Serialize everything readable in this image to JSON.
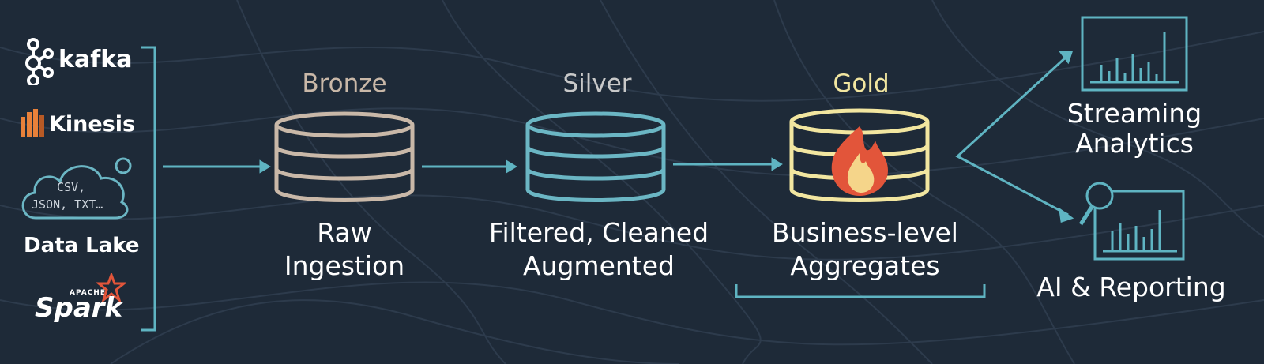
{
  "sources": {
    "kafka": {
      "label": "kafka",
      "icon": "kafka-icon"
    },
    "kinesis": {
      "label": "Kinesis",
      "icon": "kinesis-icon"
    },
    "data_lake": {
      "icon": "cloud-icon",
      "formats_line1": "CSV,",
      "formats_line2": "JSON, TXT…",
      "label": "Data Lake"
    },
    "spark": {
      "label_small": "APACHE",
      "label": "Spark",
      "icon": "spark-star-icon"
    }
  },
  "tiers": [
    {
      "title": "Bronze",
      "description_line1": "Raw",
      "description_line2": "Ingestion",
      "color": "#c9b8a8",
      "icon": "database-icon"
    },
    {
      "title": "Silver",
      "description_line1": "Filtered, Cleaned",
      "description_line2": "Augmented",
      "color": "#6bb6c4",
      "icon": "database-icon"
    },
    {
      "title": "Gold",
      "description_line1": "Business-level",
      "description_line2": "Aggregates",
      "color": "#f2e6a0",
      "icon": "database-flame-icon"
    }
  ],
  "outputs": [
    {
      "label_line1": "Streaming",
      "label_line2": "Analytics",
      "icon": "bar-chart-icon"
    },
    {
      "label_line1": "AI & Reporting",
      "label_line2": "",
      "icon": "magnifier-chart-icon"
    }
  ],
  "colors": {
    "background": "#1e2a38",
    "contour": "#2c3a4b",
    "connector": "#5fb4c2",
    "bronze_title": "#c9b8a8",
    "silver_title": "#c9c9c9",
    "gold_title": "#f2e6a0",
    "flame_outer": "#e2553a",
    "flame_inner": "#f5d58a",
    "kinesis_orange": "#e8813a"
  }
}
